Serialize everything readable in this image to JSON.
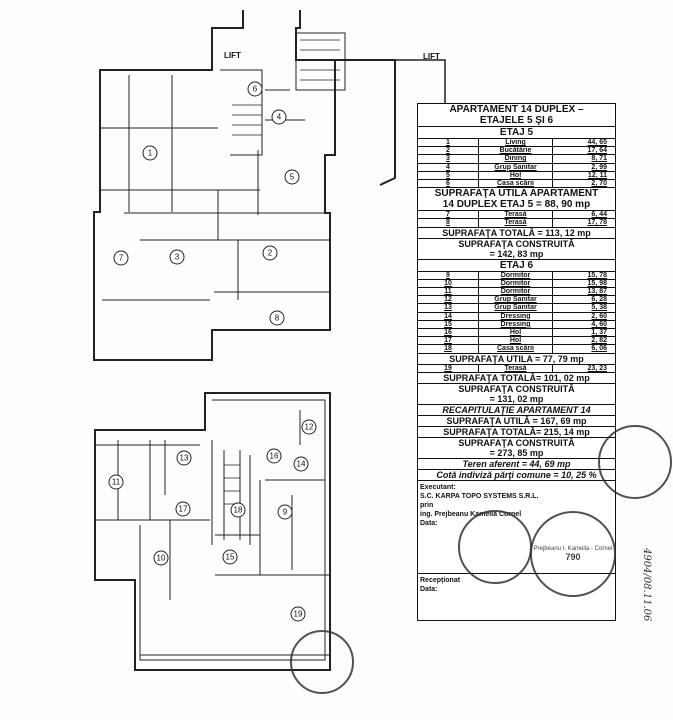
{
  "plans": {
    "upper": {
      "lift_labels": [
        "LIFT",
        "LIFT"
      ],
      "rooms": [
        "1",
        "2",
        "3",
        "4",
        "5",
        "6",
        "7",
        "8"
      ]
    },
    "lower": {
      "rooms": [
        "9",
        "10",
        "11",
        "12",
        "13",
        "14",
        "15",
        "16",
        "17",
        "18",
        "19"
      ]
    }
  },
  "table": {
    "title": "APARTAMENT 14 DUPLEX –",
    "title2": "ETAJELE 5 ŞI 6",
    "floor5": {
      "label": "ETAJ 5",
      "rows": [
        [
          "1",
          "Living",
          "44, 65"
        ],
        [
          "2",
          "Bucătărie",
          "17, 64"
        ],
        [
          "3",
          "Dining",
          "8, 71"
        ],
        [
          "4",
          "Grup Sanitar",
          "2, 99"
        ],
        [
          "5",
          "Hol",
          "12, 11"
        ],
        [
          "6",
          "Casa scării",
          "2, 70"
        ]
      ],
      "util": "SUPRAFAŢA UTILA APARTAMENT",
      "util2": "14 DUPLEX ETAJ 5 = 88, 90 mp",
      "terraces": [
        [
          "7",
          "Terasă",
          "6, 44"
        ],
        [
          "8",
          "Terasă",
          "17, 78"
        ]
      ],
      "total": "SUPRAFAŢA TOTALĂ = 113, 12 mp",
      "constr": "SUPRAFAŢA CONSTRUITĂ",
      "constr2": "= 142, 83 mp"
    },
    "floor6": {
      "label": "ETAJ 6",
      "rows": [
        [
          "9",
          "Dormitor",
          "15, 78"
        ],
        [
          "10",
          "Dormitor",
          "15, 98"
        ],
        [
          "11",
          "Dormitor",
          "13, 87"
        ],
        [
          "12",
          "Grup Sanitar",
          "6, 28"
        ],
        [
          "13",
          "Grup Sanitar",
          "5, 38"
        ],
        [
          "14",
          "Dressing",
          "2, 60"
        ],
        [
          "15",
          "Dressing",
          "4, 60"
        ],
        [
          "16",
          "Hol",
          "1, 37"
        ],
        [
          "17",
          "Hol",
          "2, 82"
        ],
        [
          "18",
          "Casa scării",
          "6, 06"
        ]
      ],
      "util": "SUPRAFAŢA UTILA = 77, 79 mp",
      "terraces": [
        [
          "19",
          "Terasă",
          "23, 23"
        ]
      ],
      "total": "SUPRAFAŢA TOTALĂ= 101, 02 mp",
      "constr": "SUPRAFAŢA CONSTRUITĂ",
      "constr2": "= 131, 02 mp"
    },
    "recap": {
      "title": "RECAPITULAŢIE APARTAMENT 14",
      "util": "SUPRAFAŢA UTILĂ = 167, 69 mp",
      "total": "SUPRAFAŢA TOTALĂ= 215, 14 mp",
      "constr": "SUPRAFAŢA CONSTRUITĂ",
      "constr2": "= 273, 85 mp",
      "teren": "Teren aferent = 44, 69 mp",
      "cota": "Cotă indiviză părţi comune = 10, 25 %"
    },
    "executant": [
      "Executant:",
      "S.C. KARPA TOPO SYSTEMS S.R.L.",
      "prin",
      "ing. Prejbeanu Kamelia Cornel",
      "Data:"
    ],
    "receptionat": [
      "Recepţionat",
      "Data:"
    ]
  },
  "stamps": [
    "790",
    "Prejbeanu I. Kamelia - Cornel"
  ],
  "handwriting": "4904/08.11.06"
}
